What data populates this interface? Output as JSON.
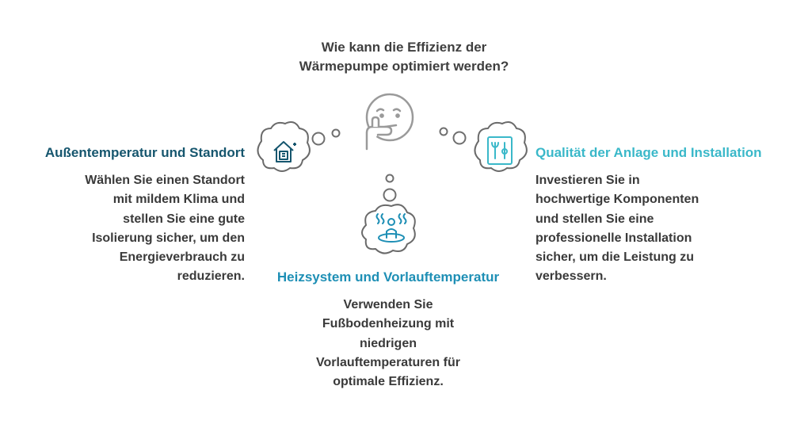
{
  "question": {
    "lines": [
      "Wie kann die Effizienz der",
      "Wärmepumpe optimiert werden?"
    ]
  },
  "branches": {
    "left": {
      "title": "Außentemperatur und Standort",
      "lines": [
        "Wählen Sie einen Standort",
        "mit mildem Klima und",
        "stellen Sie eine gute",
        "Isolierung sicher, um den",
        "Energieverbrauch zu",
        "reduzieren."
      ],
      "icon": "house-icon",
      "color": "#16566e"
    },
    "bottom": {
      "title": "Heizsystem und Vorlauftemperatur",
      "lines": [
        "Verwenden Sie",
        "Fußbodenheizung mit",
        "niedrigen",
        "Vorlauftemperaturen für",
        "optimale Effizienz."
      ],
      "icon": "floor-heating-icon",
      "color": "#1e8fb5"
    },
    "right": {
      "title": "Qualität der Anlage und Installation",
      "lines": [
        "Investieren Sie in",
        "hochwertige Komponenten",
        "und stellen Sie eine",
        "professionelle Installation",
        "sicher, um die Leistung zu",
        "verbessern."
      ],
      "icon": "tools-icon",
      "color": "#3ab8c9"
    }
  },
  "center_icon": "thinking-face-icon"
}
